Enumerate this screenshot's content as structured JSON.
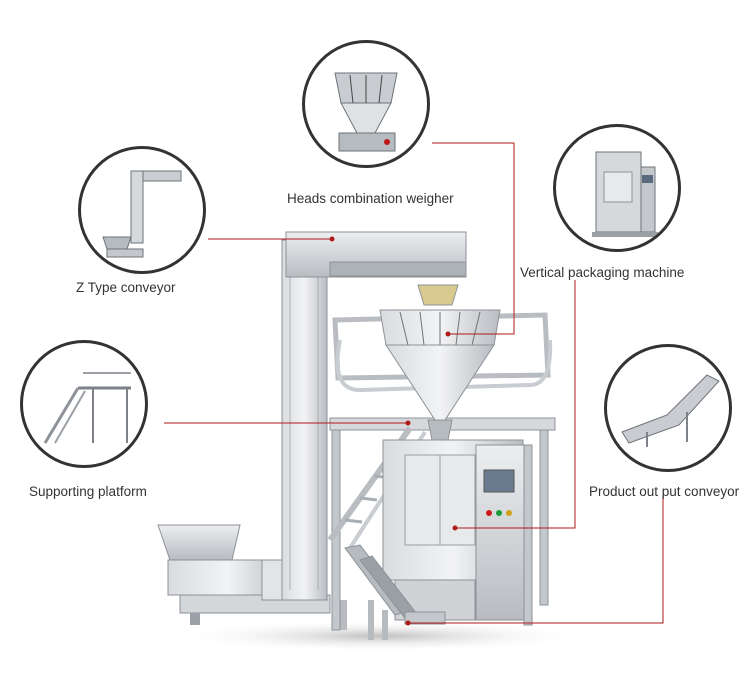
{
  "components": [
    {
      "id": "weigher",
      "label": "Heads combination weigher"
    },
    {
      "id": "zconv",
      "label": "Z Type conveyor"
    },
    {
      "id": "vpm",
      "label": "Vertical packaging machine"
    },
    {
      "id": "platform",
      "label": "Supporting platform"
    },
    {
      "id": "outconv",
      "label": "Product out put  conveyor"
    }
  ],
  "colors": {
    "leader": "#b01a1a",
    "ring": "#333333",
    "steel": "#c9ccd0",
    "steel_dark": "#8d9298",
    "text": "#333333"
  }
}
